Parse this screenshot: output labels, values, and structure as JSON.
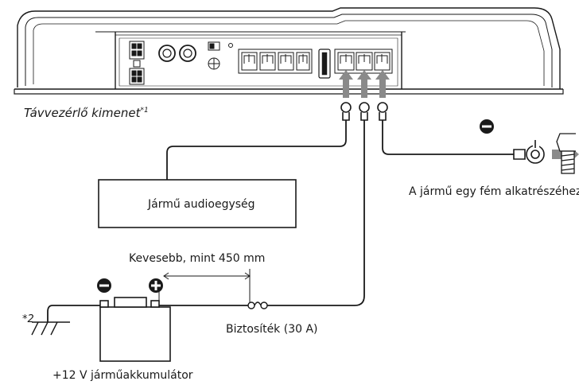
{
  "labels": {
    "remote_output": "Távvezérlő kimenet",
    "remote_output_note": "*1",
    "audio_unit": "Jármű audioegység",
    "metal_part": "A jármű egy fém alkatrészéhez",
    "distance": "Kevesebb, mint 450 mm",
    "fuse": "Biztosíték (30 A)",
    "battery": "+12 V járműakkumulátor",
    "ground_note": "*2"
  },
  "colors": {
    "line": "#1a1a1a",
    "arrow": "#8a8a8a",
    "body_fill": "#ffffff"
  },
  "icons": {
    "minus": "minus-circle-icon",
    "plus": "plus-circle-icon",
    "bolt": "bolt-icon",
    "fuse": "fuse-icon",
    "ground": "ground-icon"
  }
}
